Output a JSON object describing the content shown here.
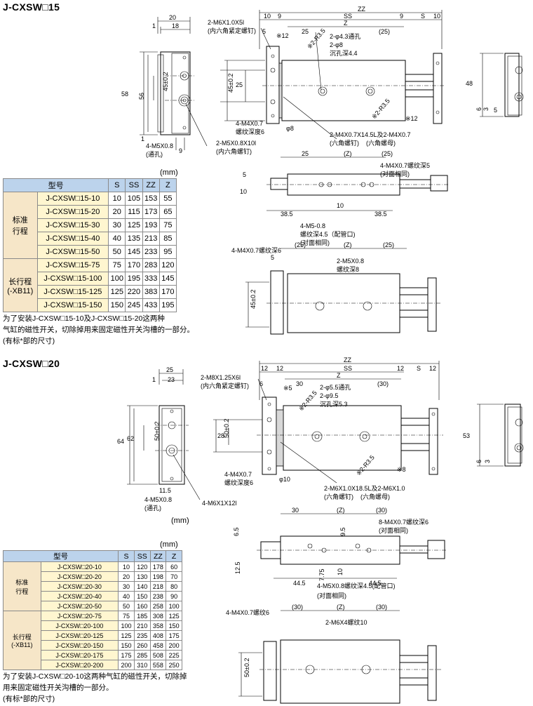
{
  "section1": {
    "title": "J-CXSW□15",
    "unit": "(mm)",
    "headers": [
      "型号",
      "S",
      "SS",
      "ZZ",
      "Z"
    ],
    "group_standard": [
      "标准",
      "行程"
    ],
    "group_long": [
      "长行程",
      "(-XB11)"
    ],
    "rows": [
      [
        "J-CXSW□15-10",
        "10",
        "105",
        "153",
        "55"
      ],
      [
        "J-CXSW□15-20",
        "20",
        "115",
        "173",
        "65"
      ],
      [
        "J-CXSW□15-30",
        "30",
        "125",
        "193",
        "75"
      ],
      [
        "J-CXSW□15-40",
        "40",
        "135",
        "213",
        "85"
      ],
      [
        "J-CXSW□15-50",
        "50",
        "145",
        "233",
        "95"
      ],
      [
        "J-CXSW□15-75",
        "75",
        "170",
        "283",
        "120"
      ],
      [
        "J-CXSW□15-100",
        "100",
        "195",
        "333",
        "145"
      ],
      [
        "J-CXSW□15-125",
        "125",
        "220",
        "383",
        "170"
      ],
      [
        "J-CXSW□15-150",
        "150",
        "245",
        "433",
        "195"
      ]
    ],
    "note": [
      "为了安装J-CXSW□15-10及J-CXSW□15-20这两种",
      "气缸的磁性开关，切除掉用来固定磁性开关沟槽的一部分。",
      "(有标*部的尺寸)"
    ],
    "dims": {
      "d20": "20",
      "d18": "18",
      "d1": "1",
      "d58": "58",
      "d56": "56",
      "d45": "45±0.2",
      "d9": "9",
      "m5": "4-M5X0.8",
      "thru": "(通孔)",
      "d10": "10",
      "d5": "5",
      "m6": "2-M6X1.0X5l",
      "setscrew": "(内六角紧定螺钉)",
      "d25": "25",
      "phi8": "φ8",
      "m4dep": "4-M4X0.7",
      "depth6": "螺纹深度6",
      "m5b": "2-M5X0.8X10l",
      "cap": "(内六角螺钉)",
      "zz": "ZZ",
      "ss": "SS",
      "z": "Z",
      "s": "S",
      "d25p": "(25)",
      "star12": "※12",
      "r35": "※2-R3.5",
      "phi43": "2-φ4.3通孔",
      "phi8b": "2-φ8",
      "cb44": "沉孔深4.4",
      "m4l": "2-M4X0.7X14.5L及2-M4X0.7",
      "hexbolt": "(六角螺钉)",
      "hexnut": "(六角螺母)",
      "d48": "48",
      "d6": "6",
      "d3": "3",
      "d5b": "5",
      "zp": "(Z)",
      "m4t": "4-M4X0.7螺纹深5",
      "opp": "(对面相同)",
      "d385": "38.5",
      "m5c": "4-M5-0.8",
      "pipe": "螺纹深4.5（配管口)",
      "m4s6": "4-M4X0.7螺纹深6",
      "m5d": "2-M5X0.8",
      "dep8": "螺纹深8"
    }
  },
  "section2": {
    "title": "J-CXSW□20",
    "unit": "(mm)",
    "headers": [
      "型号",
      "S",
      "SS",
      "ZZ",
      "Z"
    ],
    "group_standard": [
      "标准",
      "行程"
    ],
    "group_long": [
      "长行程",
      "(-XB11)"
    ],
    "rows": [
      [
        "J-CXSW□20-10",
        "10",
        "120",
        "178",
        "60"
      ],
      [
        "J-CXSW□20-20",
        "20",
        "130",
        "198",
        "70"
      ],
      [
        "J-CXSW□20-30",
        "30",
        "140",
        "218",
        "80"
      ],
      [
        "J-CXSW□20-40",
        "40",
        "150",
        "238",
        "90"
      ],
      [
        "J-CXSW□20-50",
        "50",
        "160",
        "258",
        "100"
      ],
      [
        "J-CXSW□20-75",
        "75",
        "185",
        "308",
        "125"
      ],
      [
        "J-CXSW□20-100",
        "100",
        "210",
        "358",
        "150"
      ],
      [
        "J-CXSW□20-125",
        "125",
        "235",
        "408",
        "175"
      ],
      [
        "J-CXSW□20-150",
        "150",
        "260",
        "458",
        "200"
      ],
      [
        "J-CXSW□20-175",
        "175",
        "285",
        "508",
        "225"
      ],
      [
        "J-CXSW□20-200",
        "200",
        "310",
        "558",
        "250"
      ]
    ],
    "note": [
      "为了安装J-CXSW□20-10这两种气缸的磁性开关，切除掉",
      "用来固定磁性开关沟槽的一部分。",
      "(有标*部的尺寸)"
    ],
    "dims": {
      "d25": "25",
      "d23": "23",
      "d1": "1",
      "d64": "64",
      "d62": "62",
      "d50": "50±0.2",
      "d115": "11.5",
      "m5": "4-M5X0.8",
      "thru": "(通孔)",
      "m6": "4-M6X1X12l",
      "unit": "(mm)",
      "d12": "12",
      "d6": "6",
      "m8": "2-M8X1.25X6l",
      "setscrew": "(内六角紧定螺钉)",
      "d28": "28",
      "phi10": "φ10",
      "m4dep": "4-M4X0.7",
      "depth6": "螺纹深度6",
      "zz": "ZZ",
      "ss": "SS",
      "z": "Z",
      "s": "S",
      "d30": "30",
      "d30p": "(30)",
      "star5": "※5",
      "r35": "※2-R3.5",
      "star8": "※8",
      "phi55": "2-φ5.5通孔",
      "phi95": "2-φ9.5",
      "cb53": "沉孔深5.3",
      "m6l": "2-M6X1.0X18.5L及2-M6X1.0",
      "hexbolt": "(六角螺钉)",
      "hexnut": "(六角螺母)",
      "d53": "53",
      "d3": "3",
      "d6b": "6",
      "zp": "(Z)",
      "m8t": "8-M4X0.7螺纹深6",
      "opp": "(对面相同)",
      "d65": "6.5",
      "d95": "9.5",
      "d125": "12.5",
      "d445": "44.5",
      "d775": "7.75",
      "d10": "10",
      "m5c": "4-M5X0.8螺纹深4.5(配管口)",
      "m4s6": "4-M4X0.7螺纹6",
      "m6b": "2-M6X4螺纹10"
    }
  }
}
